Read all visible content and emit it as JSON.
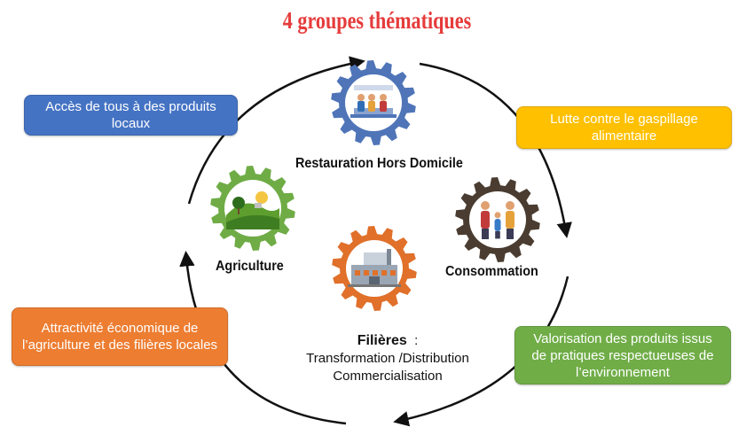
{
  "title": "4 groupes thématiques",
  "boxes": {
    "local": "Accès de tous à des produits locaux",
    "waste": "Lutte contre le gaspillage alimentaire",
    "attract": "Attractivité économique de l’agriculture et des filières locales",
    "valor": "Valorisation des produits issus de pratiques respectueuses de l’environnement"
  },
  "groups": {
    "rhd": "Restauration Hors Domicile",
    "agriculture": "Agriculture",
    "consommation": "Consommation",
    "filieres_title": "Filières",
    "filieres_colon": ":",
    "filieres_line1": "Transformation /Distribution",
    "filieres_line2": "Commercialisation"
  },
  "colors": {
    "title": "#e63b3b",
    "box_local": "#4573c4",
    "box_waste": "#ffc000",
    "box_attract": "#ed7d31",
    "box_valor": "#70ad47",
    "gear_rhd": "#4f75b8",
    "gear_agri": "#6fac46",
    "gear_conso": "#4a3c30",
    "gear_filieres": "#e0702a"
  },
  "icons": [
    "restaurant-gear-icon",
    "agriculture-gear-icon",
    "family-gear-icon",
    "factory-gear-icon"
  ]
}
